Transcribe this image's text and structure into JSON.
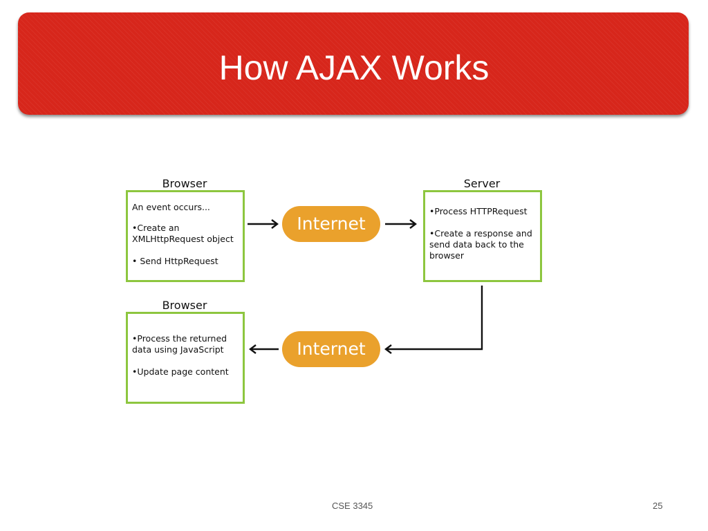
{
  "title": "How AJAX Works",
  "diagram": {
    "browser_top": {
      "label": "Browser",
      "lines": [
        "An event occurs...",
        "•Create an XMLHttpRequest object",
        "• Send HttpRequest"
      ]
    },
    "server": {
      "label": "Server",
      "lines": [
        "•Process HTTPRequest",
        "•Create a response and send data back to the browser"
      ]
    },
    "browser_bottom": {
      "label": "Browser",
      "lines": [
        "•Process the returned data using JavaScript",
        "•Update page content"
      ]
    },
    "internet_top": "Internet",
    "internet_bottom": "Internet",
    "colors": {
      "box_border": "#8dc63f",
      "pill": "#eaa12c",
      "banner": "#d7261b"
    }
  },
  "footer": {
    "course": "CSE 3345",
    "page": "25"
  }
}
